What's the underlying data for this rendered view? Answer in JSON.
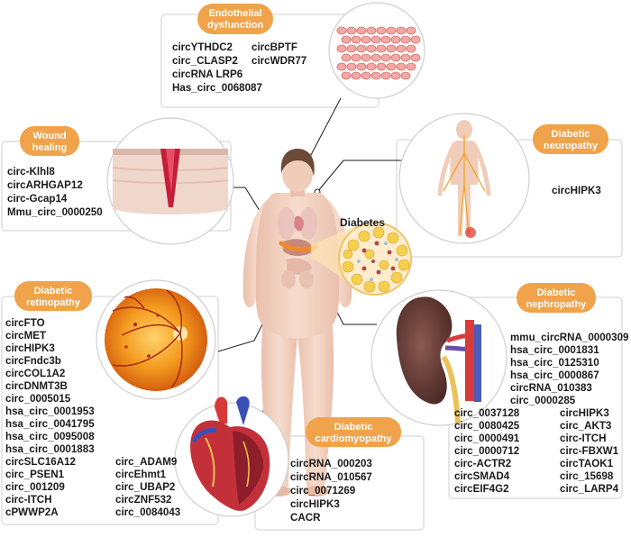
{
  "colors": {
    "accent": "#f0a34a",
    "skin": "#f2d2c0",
    "line": "#1a1a1a"
  },
  "center_label": "Diabetes",
  "sections": {
    "endothelial": {
      "title": [
        "Endothelial",
        "dysfunction"
      ],
      "items": [
        "circYTHDC2",
        "circBPTF",
        "circ_CLASP2",
        "circWDR77",
        "circRNA LRP6",
        "Has_circ_0068087"
      ]
    },
    "wound": {
      "title": [
        "Wound",
        "healing"
      ],
      "items": [
        "circ-Klhl8",
        "circARHGAP12",
        "circ-Gcap14",
        "Mmu_circ_0000250"
      ]
    },
    "neuropathy": {
      "title": [
        "Diabetic",
        "neuropathy"
      ],
      "items": [
        "circHIPK3"
      ]
    },
    "retinopathy": {
      "title": [
        "Diabetic",
        "retinopathy"
      ],
      "items": [
        "circFTO",
        "circMET",
        "circHIPK3",
        "circFndc3b",
        "circCOL1A2",
        "circDNMT3B",
        "circ_0005015",
        "hsa_circ_0001953",
        "hsa_circ_0041795",
        "hsa_circ_0095008",
        "hsa_circ_0001883",
        "circSLC16A12",
        "circ_PSEN1",
        "circ_001209",
        "circ-ITCH",
        "cPWWP2A"
      ],
      "items2": [
        "circ_ADAM9",
        "circEhmt1",
        "circ_UBAP2",
        "circZNF532",
        "circ_0084043"
      ]
    },
    "nephropathy": {
      "title": [
        "Diabetic",
        "nephropathy"
      ],
      "items": [
        "mmu_circRNA_0000309",
        "hsa_circ_0001831",
        "hsa_circ_0125310",
        "hsa_circ_0000867",
        "circRNA_010383",
        "circ_0000285",
        "circ_0037128",
        "circ_0080425",
        "circ_0000491",
        "circ_0000712",
        "circ-ACTR2",
        "circSMAD4",
        "circEIF4G2"
      ],
      "items2": [
        "circHIPK3",
        "circ_AKT3",
        "circ-ITCH",
        "circ-FBXW1",
        "circTAOK1",
        "circ_15698",
        "circ_LARP4"
      ]
    },
    "cardiomyopathy": {
      "title": [
        "Diabetic",
        "cardiomyopathy"
      ],
      "items": [
        "circRNA_000203",
        "circRNA_010567",
        "circ_0071269",
        "circHIPK3",
        "CACR"
      ]
    }
  }
}
